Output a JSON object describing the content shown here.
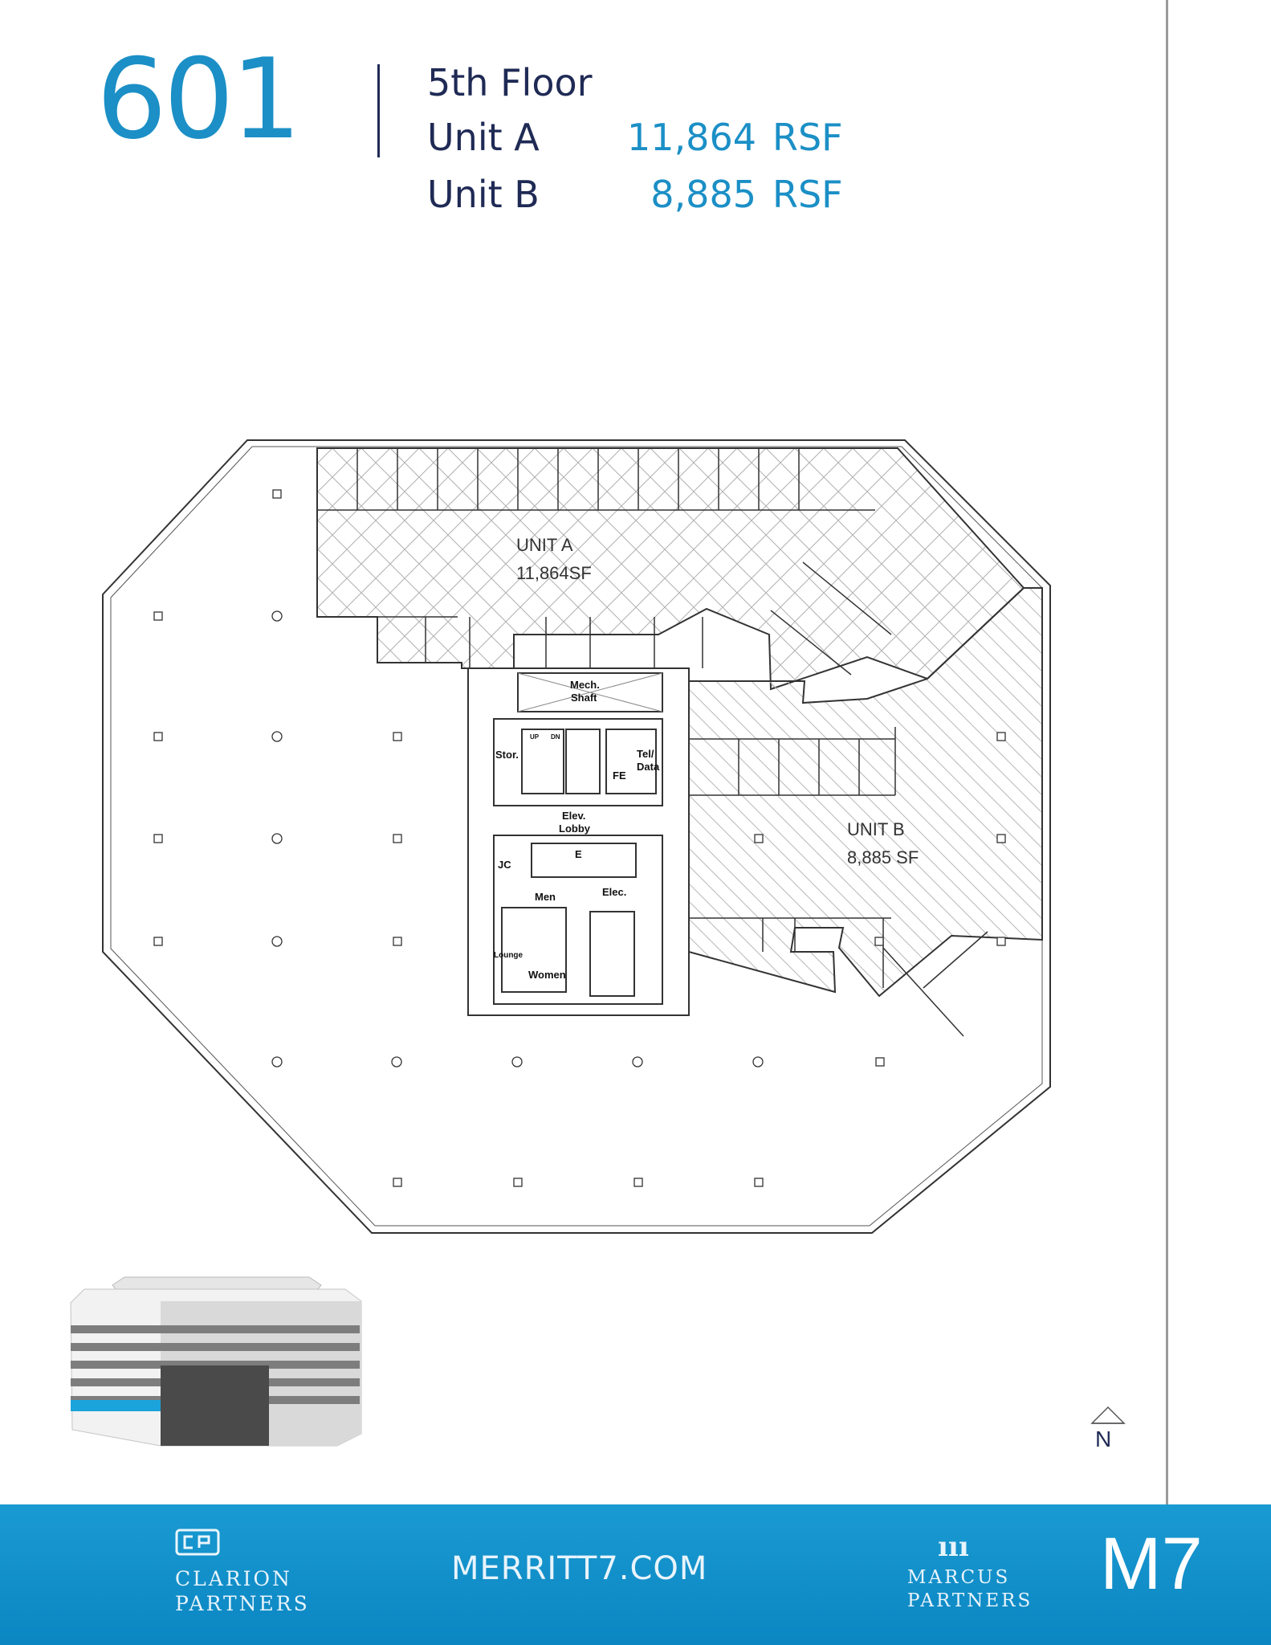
{
  "header": {
    "building_number": "601",
    "floor": "5th Floor",
    "units": [
      {
        "label": "Unit A",
        "area": "11,864",
        "unit": "RSF"
      },
      {
        "label": "Unit B",
        "area": "8,885",
        "unit": "RSF"
      }
    ]
  },
  "floorplan": {
    "unit_a": {
      "name": "UNIT A",
      "area": "11,864SF"
    },
    "unit_b": {
      "name": "UNIT B",
      "area": "8,885 SF"
    },
    "rooms": {
      "mech": "Mech.",
      "shaft": "Shaft",
      "stor": "Stor.",
      "tel": "Tel/",
      "data": "Data",
      "fe": "FE",
      "elev": "Elev.",
      "lobby": "Lobby",
      "e": "E",
      "jc": "JC",
      "men": "Men",
      "elec": "Elec.",
      "lounge": "Lounge",
      "women": "Women",
      "up": "UP",
      "dn": "DN"
    },
    "north": "N"
  },
  "footer": {
    "clarion": [
      "CLARION",
      "PARTNERS"
    ],
    "site": "MERRITT7.COM",
    "marcus": [
      "MARCUS",
      "PARTNERS"
    ],
    "brand": "M7"
  },
  "colors": {
    "accent": "#1b8fc6",
    "navy": "#1f2a55",
    "footer": "#1395cf"
  }
}
